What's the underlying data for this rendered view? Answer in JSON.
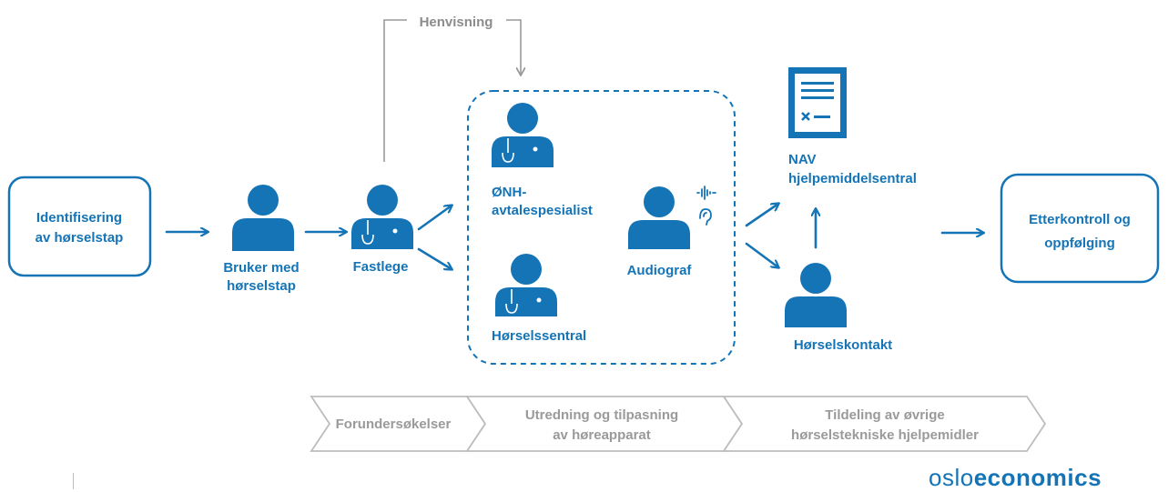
{
  "referral_label": "Henvisning",
  "start_box": {
    "line1": "Identifisering",
    "line2": "av hørselstap"
  },
  "end_box": {
    "line1": "Etterkontroll og",
    "line2": "oppfølging"
  },
  "actors": {
    "user": {
      "line1": "Bruker med",
      "line2": "hørselstap"
    },
    "gp": {
      "label": "Fastlege"
    },
    "ent": {
      "line1": "ØNH-",
      "line2": "avtalespesialist"
    },
    "hearing_center": {
      "label": "Hørselssentral"
    },
    "audiologist": {
      "label": "Audiograf"
    },
    "nav": {
      "line1": "NAV",
      "line2": "hjelpemiddelsentral"
    },
    "hearing_contact": {
      "label": "Hørselskontakt"
    }
  },
  "phases": [
    {
      "line1": "Forundersøkelser",
      "line2": ""
    },
    {
      "line1": "Utredning og tilpasning",
      "line2": "av høreapparat"
    },
    {
      "line1": "Tildeling av øvrige",
      "line2": "hørselstekniske hjelpemidler"
    }
  ],
  "logo": {
    "light": "oslo",
    "bold": "economics"
  },
  "colors": {
    "primary": "#1474b6",
    "muted": "#9a9a9a",
    "phase_border": "#bdbdbd"
  },
  "icons": [
    "person-icon",
    "doctor-icon",
    "hearing-icon",
    "document-icon",
    "arrow-icon"
  ]
}
